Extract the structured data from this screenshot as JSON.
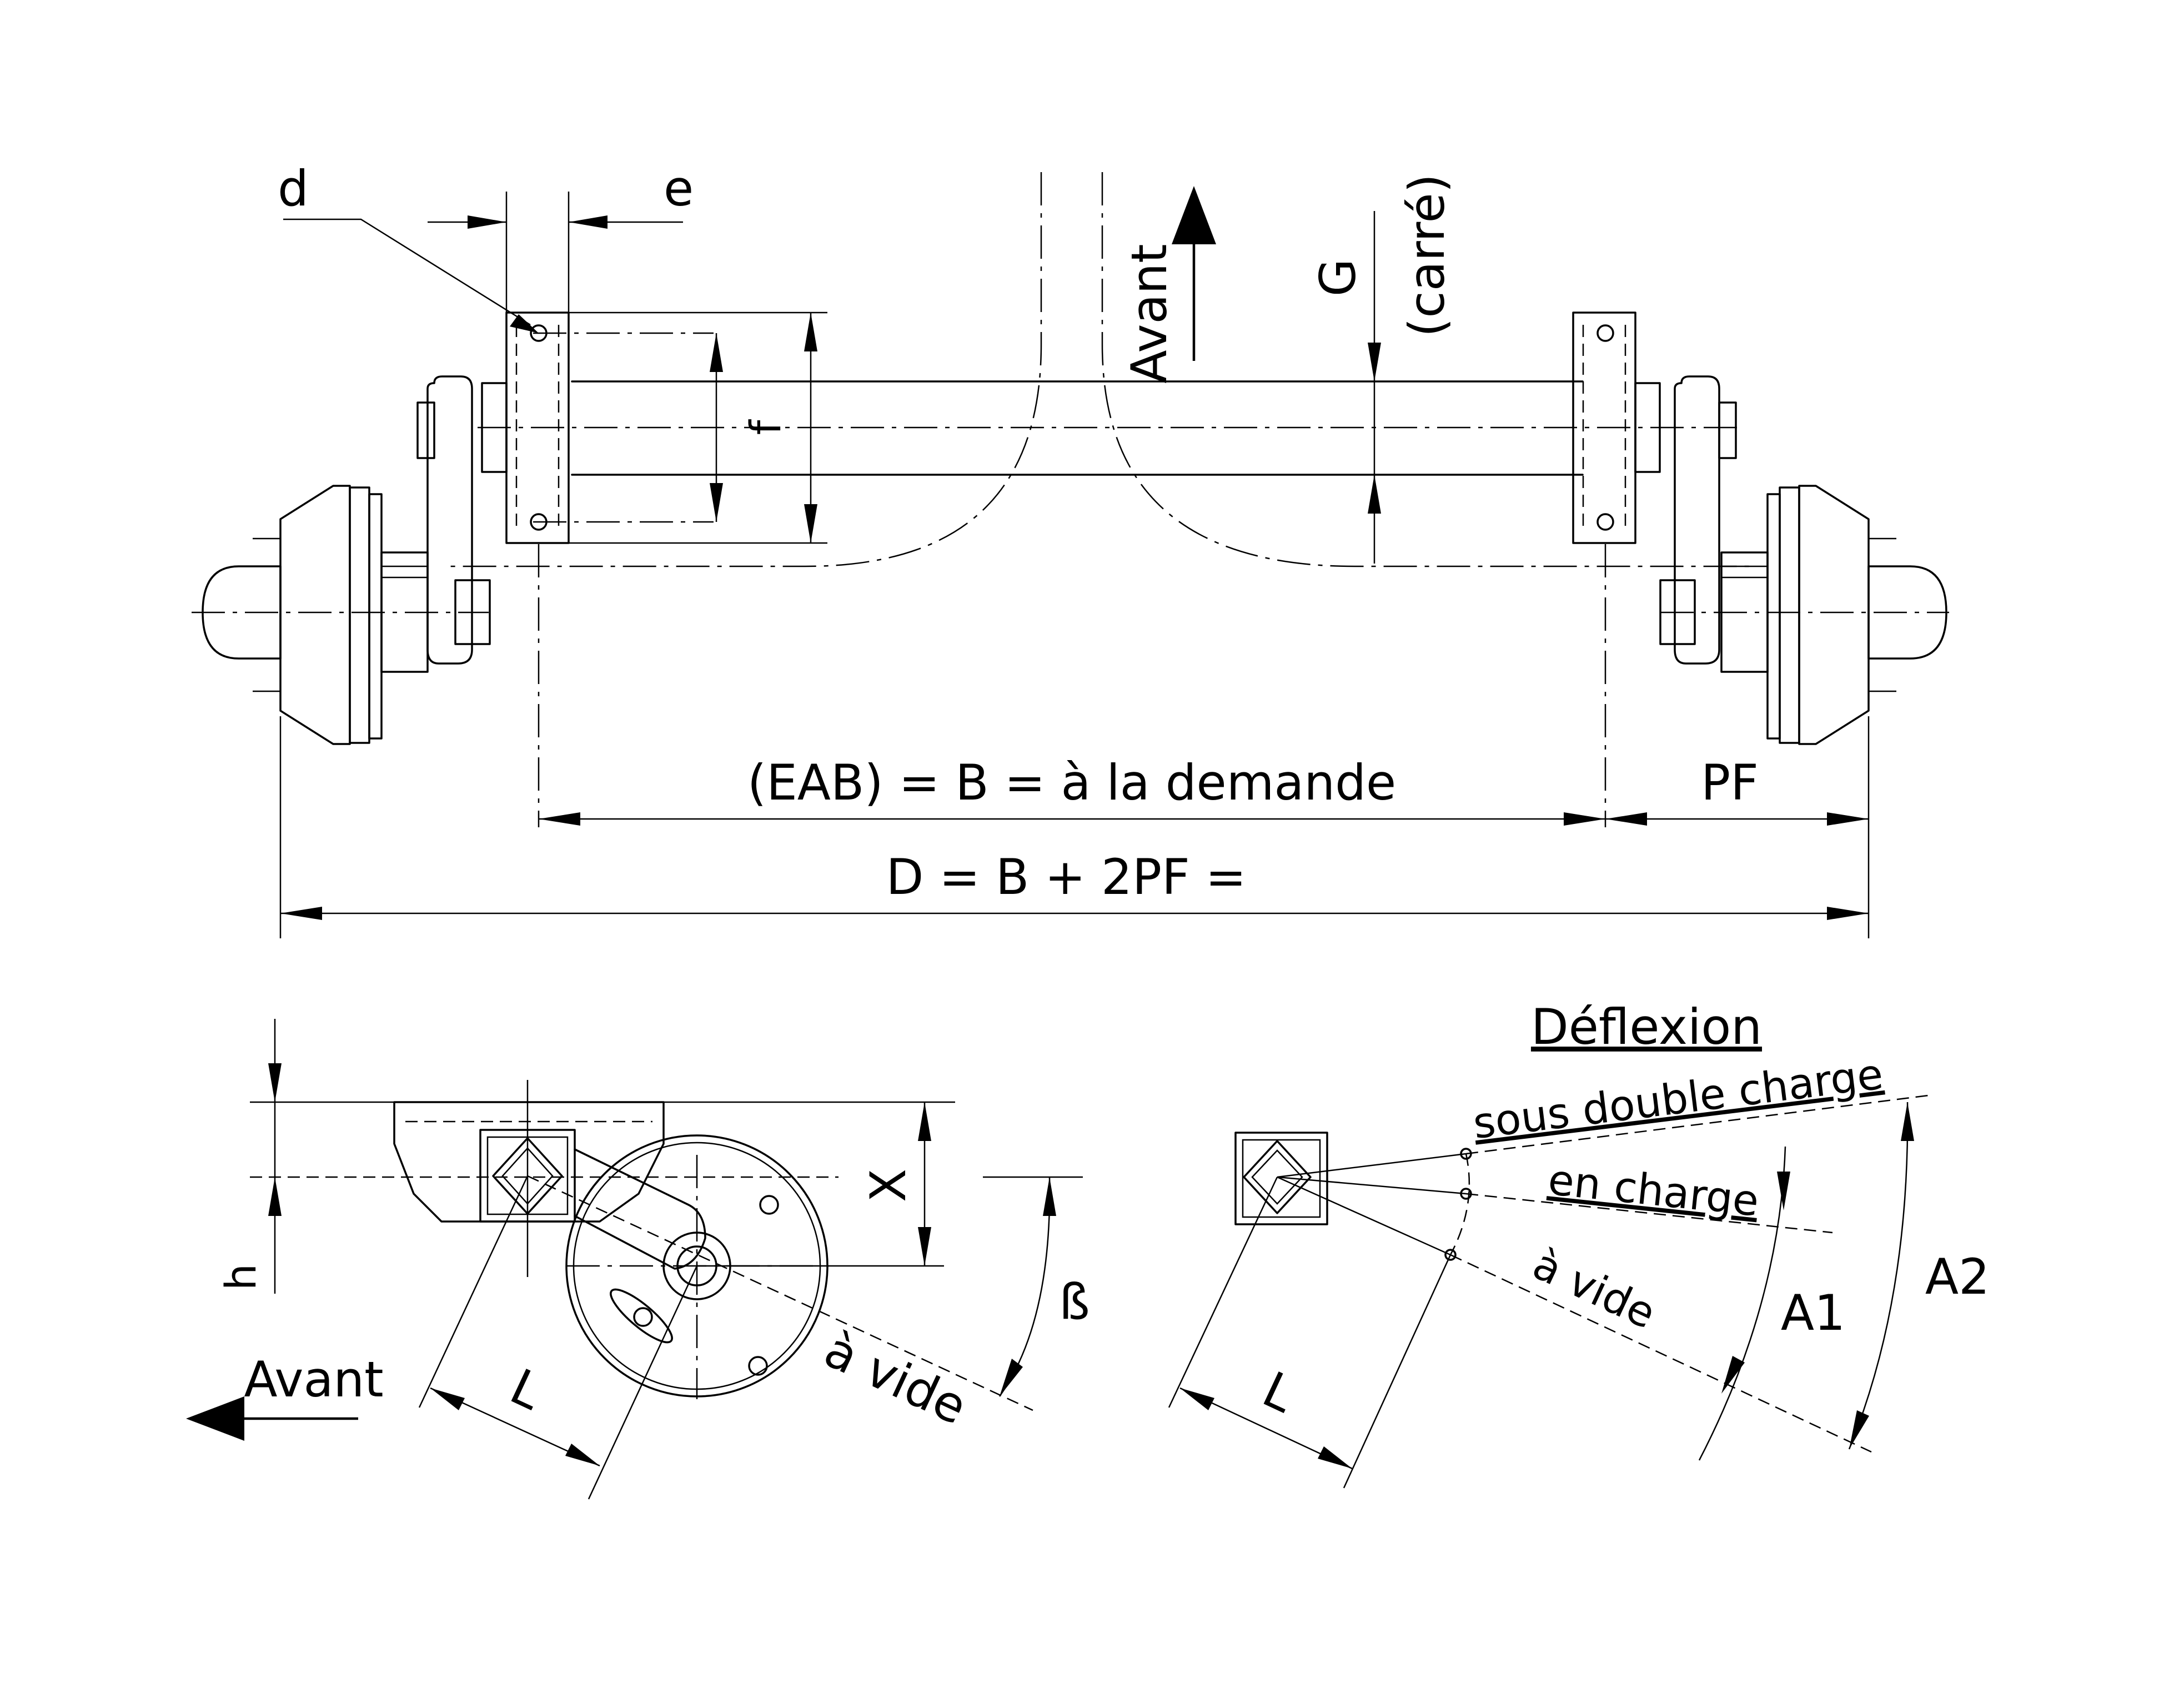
{
  "labels": {
    "d": "d",
    "e": "e",
    "f": "f",
    "G": "G",
    "carre": "(carré)",
    "avant_top": "Avant",
    "eab": "(EAB)  =  B  =  à  la  demande",
    "pf": "PF",
    "d_formula": "D  =  B  +  2PF  =",
    "h": "h",
    "x": "X",
    "beta": "ß",
    "avant_side": "Avant",
    "l_side": "L",
    "a_vide_side": "à  vide",
    "deflexion_title": "Déflexion",
    "sous_double_charge": "sous  double  charge",
    "en_charge": "en  charge",
    "a_vide_defl": "à  vide",
    "a1": "A1",
    "a2": "A2",
    "l_defl": "L"
  },
  "colors": {
    "ink": "#000000",
    "background": "#ffffff"
  }
}
